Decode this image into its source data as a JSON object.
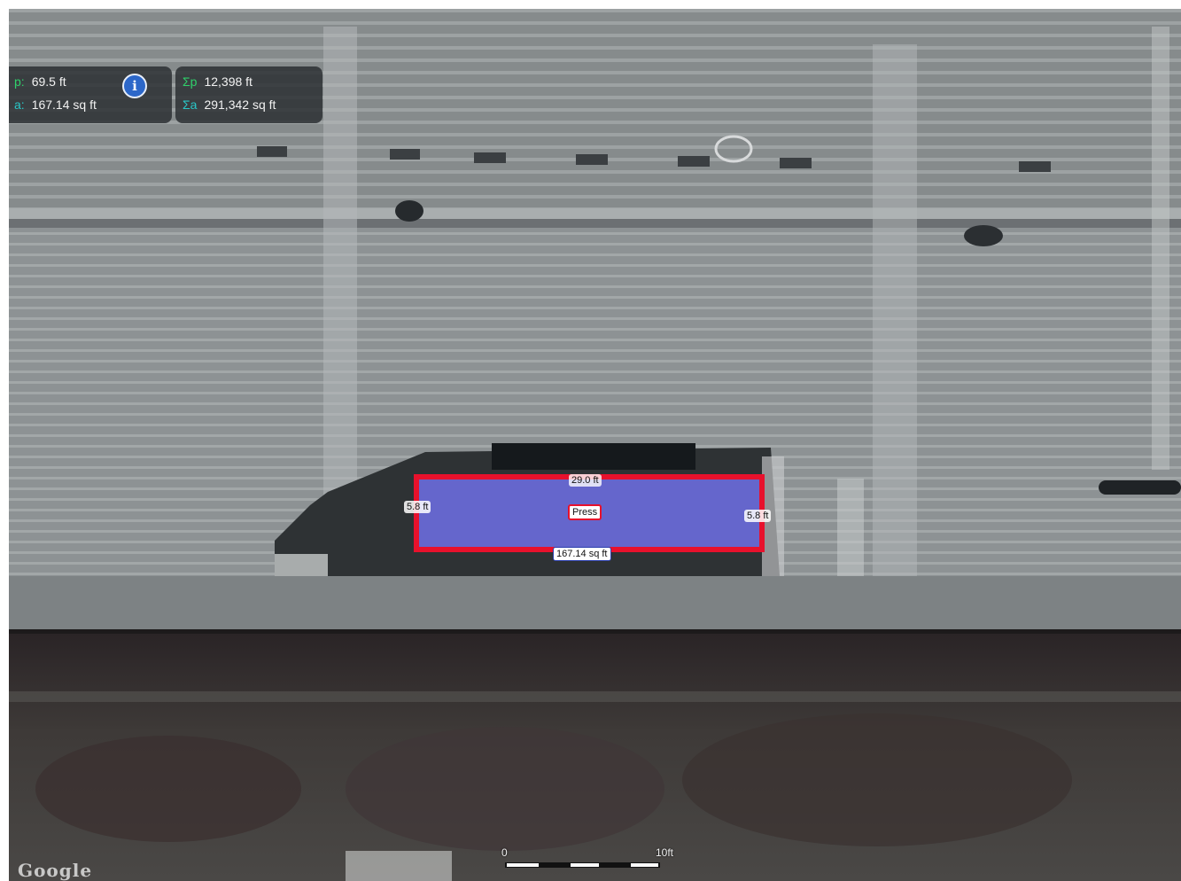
{
  "stats": {
    "perimeter_key": "p:",
    "perimeter_value": "69.5 ft",
    "area_key": "a:",
    "area_value": "167.14 sq ft",
    "total_perimeter_key": "Σp",
    "total_perimeter_value": "12,398 ft",
    "total_area_key": "Σa",
    "total_area_value": "291,342 sq ft",
    "info_icon": "info-icon"
  },
  "shape": {
    "top_length": "29.0 ft",
    "left_length": "5.8 ft",
    "right_length": "5.8 ft",
    "name": "Press",
    "area": "167.14 sq ft",
    "stroke_color": "#e8112c",
    "fill_color": "#7878ff"
  },
  "scale": {
    "start": "0",
    "end": "10ft"
  },
  "attribution": {
    "logo": "Google"
  }
}
